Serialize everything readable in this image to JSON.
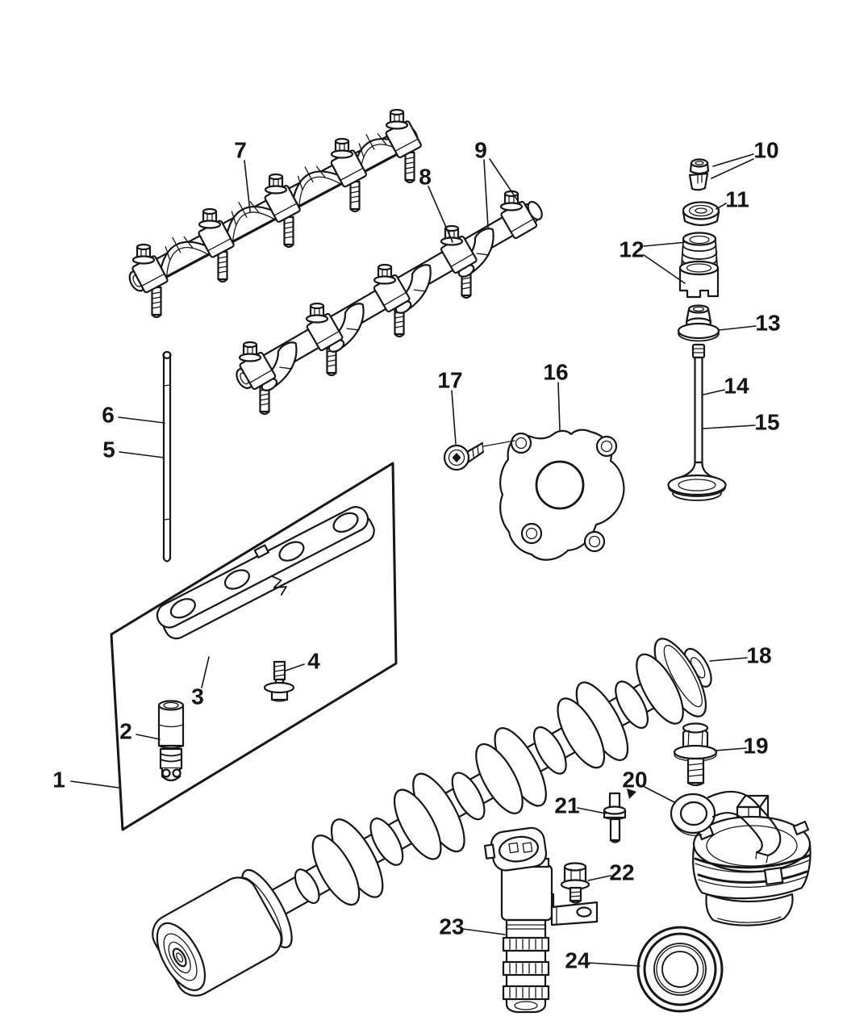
{
  "figure": {
    "type": "exploded-parts-diagram",
    "colors": {
      "line": "#161616",
      "background": "#ffffff"
    },
    "callouts": [
      {
        "label": "1"
      },
      {
        "label": "2"
      },
      {
        "label": "3"
      },
      {
        "label": "4"
      },
      {
        "label": "5"
      },
      {
        "label": "6"
      },
      {
        "label": "7"
      },
      {
        "label": "8"
      },
      {
        "label": "9"
      },
      {
        "label": "10"
      },
      {
        "label": "11"
      },
      {
        "label": "12"
      },
      {
        "label": "13"
      },
      {
        "label": "14"
      },
      {
        "label": "15"
      },
      {
        "label": "16"
      },
      {
        "label": "17"
      },
      {
        "label": "18"
      },
      {
        "label": "19"
      },
      {
        "label": "20"
      },
      {
        "label": "21"
      },
      {
        "label": "22"
      },
      {
        "label": "23"
      },
      {
        "label": "24"
      }
    ]
  }
}
